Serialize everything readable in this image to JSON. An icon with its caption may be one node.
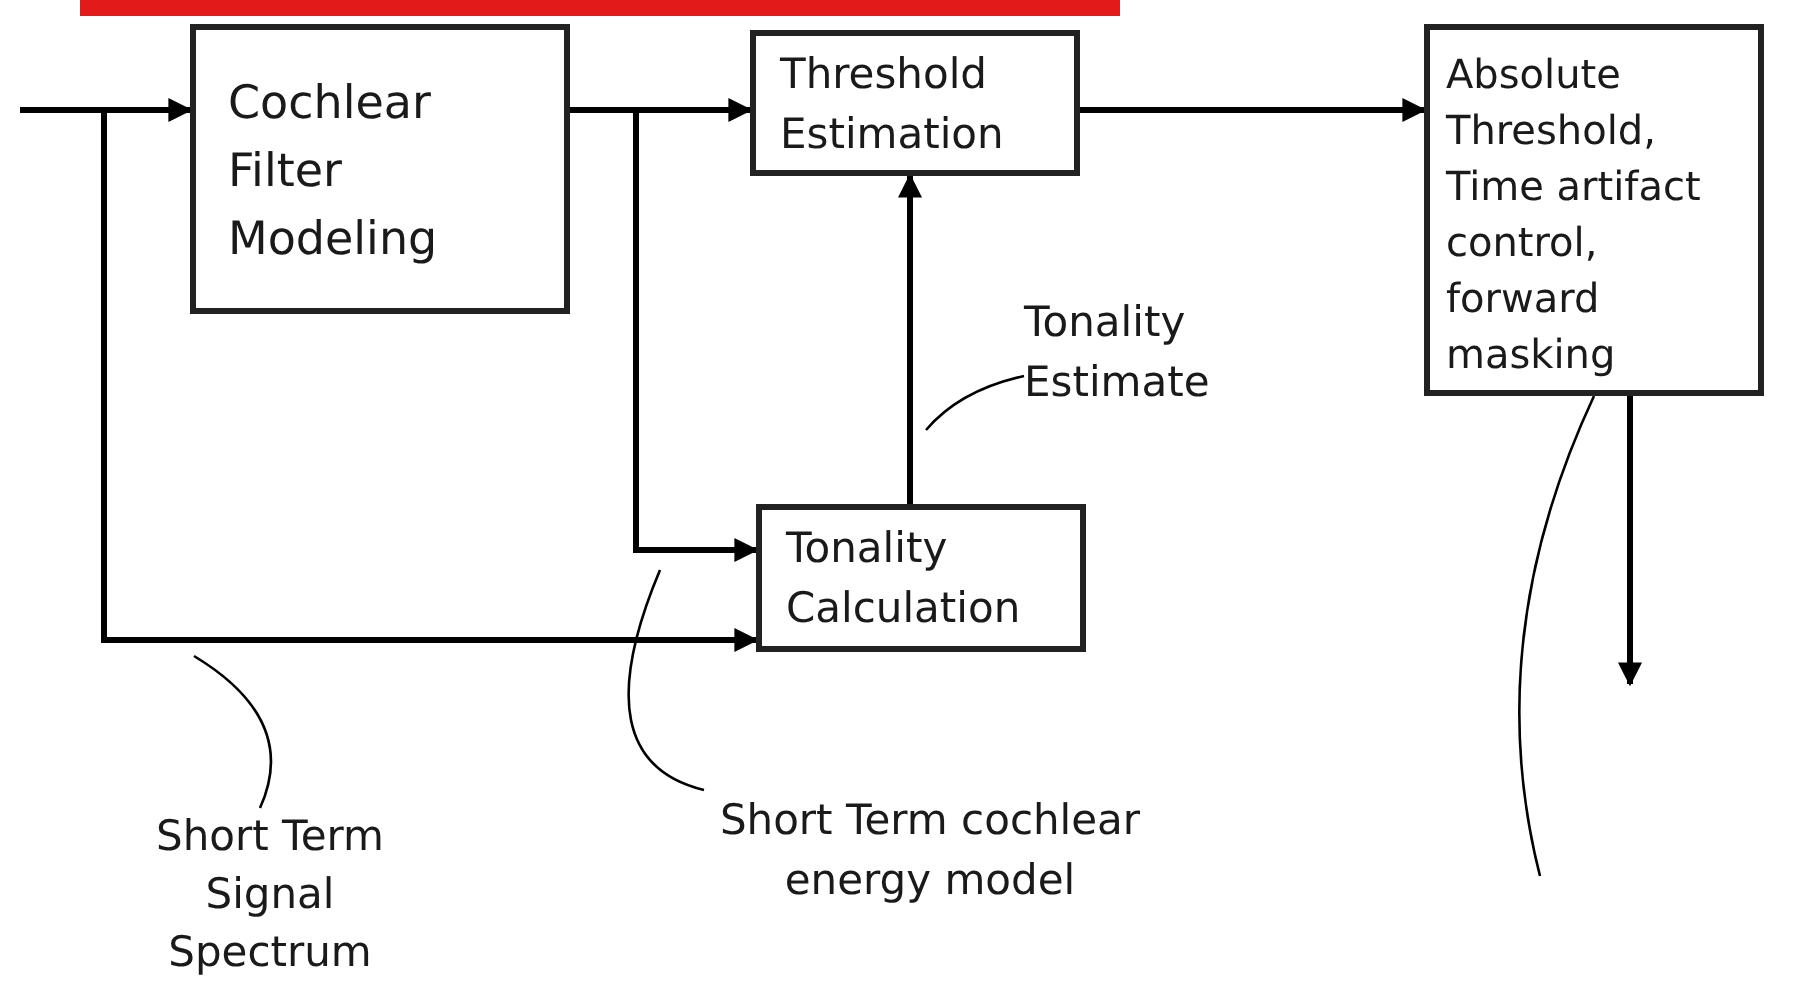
{
  "diagram": {
    "nodes": [
      {
        "text": [
          "Cochlear Filter Modeling"
        ]
      },
      {
        "text": [
          "Threshold Estimation"
        ]
      },
      {
        "text": [
          "Absolute Threshold, Time artifact control, forward masking"
        ]
      },
      {
        "text": [
          "Tonality Calculation"
        ]
      },
      {
        "text": [
          "Tonality Estimate"
        ]
      },
      {
        "text": [
          "Short Term Signal Spectrum"
        ]
      },
      {
        "text": [
          "Short Term cochlear energy model"
        ]
      }
    ],
    "edges": [
      {
        "from": null,
        "to": 0,
        "arrow": "to"
      },
      {
        "from": 0,
        "to": 1,
        "arrow": "to"
      },
      {
        "from": 0,
        "to": 3,
        "arrow": "to"
      },
      {
        "from": null,
        "to": 3,
        "arrow": "to"
      },
      {
        "from": 3,
        "to": 1,
        "arrow": "to"
      },
      {
        "from": 1,
        "to": 2,
        "arrow": "to"
      },
      {
        "from": 2,
        "to": null,
        "arrow": "to"
      },
      {
        "from": 4,
        "to": null,
        "arrow": "none"
      },
      {
        "from": 5,
        "to": null,
        "arrow": "none"
      },
      {
        "from": 6,
        "to": null,
        "arrow": "none"
      },
      {
        "from": null,
        "to": 2,
        "arrow": "none"
      }
    ]
  }
}
